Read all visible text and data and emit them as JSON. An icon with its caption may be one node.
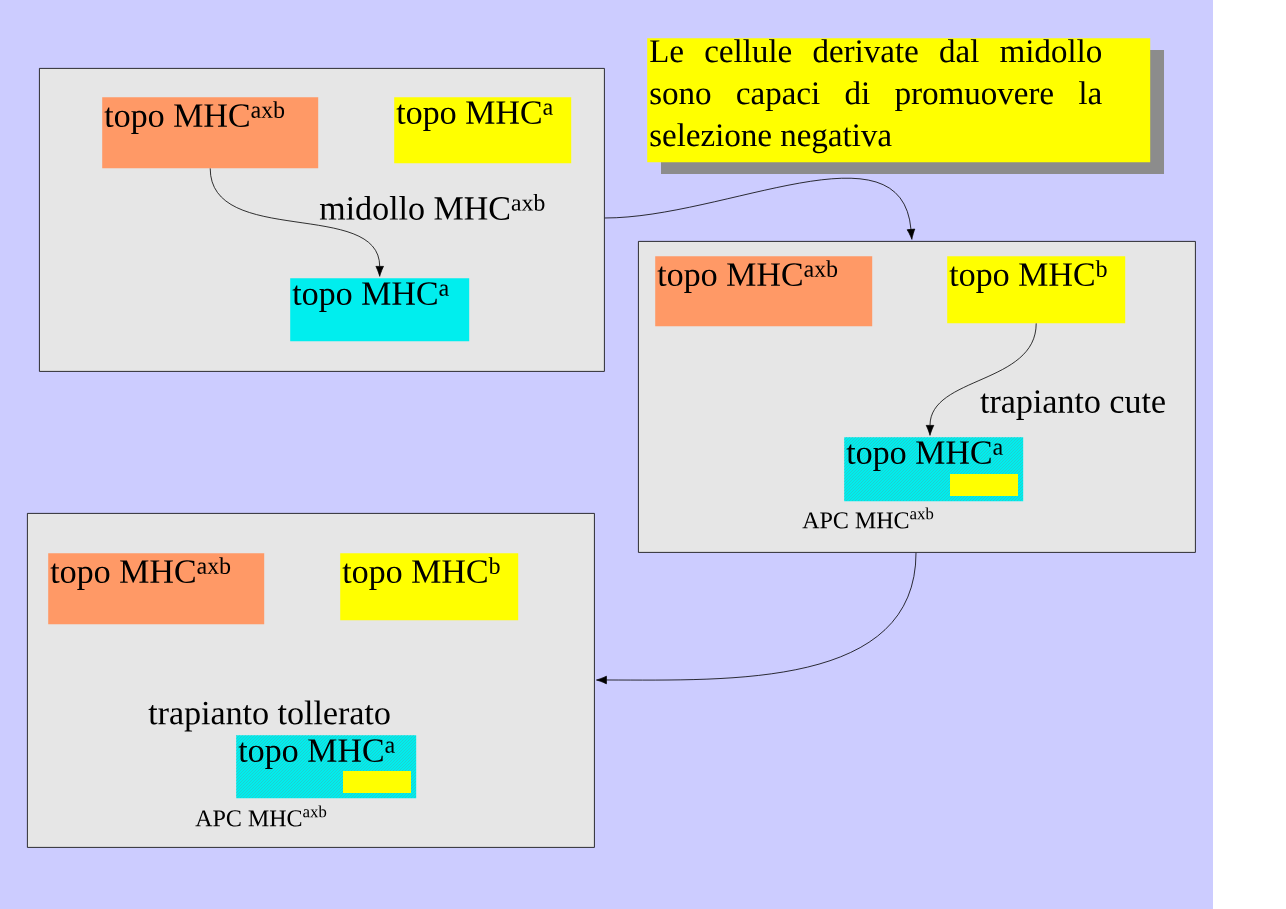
{
  "diagram": {
    "nodes": [
      {
        "text": [
          "Le cellule derivate dal midollo sono capaci di promuovere la selezione negativa"
        ]
      },
      {
        "text": [],
        "shape": "box"
      },
      {
        "text": [
          "topo  MHC$^{axb}$"
        ],
        "in": 1
      },
      {
        "text": [
          "topo  MHC$^{a}$"
        ],
        "in": 1
      },
      {
        "text": [
          "topo  MHC$^{a}$"
        ],
        "in": 1
      },
      {
        "text": [],
        "shape": "box"
      },
      {
        "text": [
          "topo  MHC$^{axb}$"
        ],
        "in": 5
      },
      {
        "text": [
          "topo  MHC$^{b}$"
        ],
        "in": 5
      },
      {
        "text": [
          "topo  MHC$^{a}$"
        ],
        "in": 5,
        "beside": [
          "APC  MHC$^{axb}$"
        ]
      },
      {
        "text": [],
        "shape": "box"
      },
      {
        "text": [
          "topo  MHC$^{axb}$"
        ],
        "in": 9
      },
      {
        "text": [
          "topo  MHC$^{b}$"
        ],
        "in": 9
      },
      {
        "text": [
          "topo  MHC$^{a}$"
        ],
        "in": 9,
        "beside": [
          "APC  MHC$^{axb}$"
        ]
      }
    ],
    "edges": [
      {
        "from": 2,
        "to": 4,
        "arrow": "to",
        "label": "midollo  MHC$^{axb}$"
      },
      {
        "from": 1,
        "to": 5,
        "arrow": "to"
      },
      {
        "from": 7,
        "to": 8,
        "arrow": "to",
        "label": "trapianto cute"
      },
      {
        "from": 5,
        "to": 9,
        "arrow": "to"
      }
    ],
    "labels": [
      "trapianto tollerato"
    ]
  }
}
